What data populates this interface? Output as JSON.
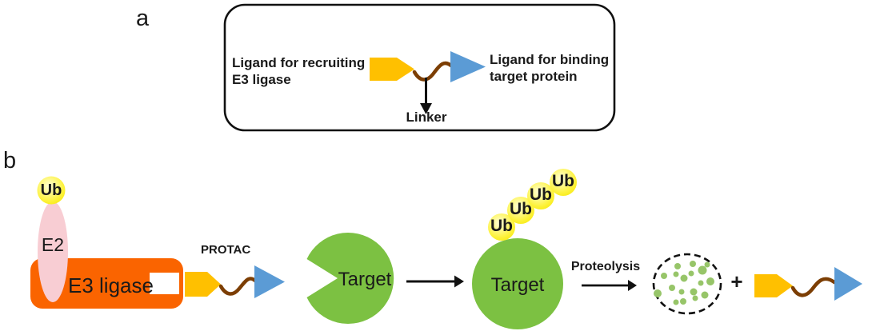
{
  "colors": {
    "gold": "#FFC000",
    "blue": "#5B9BD5",
    "brown": "#7C3E04",
    "orange": "#FA6400",
    "pink": "#F8CDD3",
    "green": "#7CC142",
    "dot_green": "#97C569",
    "ub_center": "#FFFFDA",
    "ub_edge": "#F6E90B",
    "ink": "#1A1A1A"
  },
  "panel_a": {
    "label": "a",
    "recruit_ligand_text": "Ligand for recruiting\nE3 ligase",
    "binding_ligand_text": "Ligand for binding\ntarget protein",
    "linker_label": "Linker"
  },
  "panel_b": {
    "label": "b",
    "ub_label": "Ub",
    "e2_label": "E2",
    "e3_ligase_label": "E3 ligase",
    "protac_label": "PROTAC",
    "target_label": "Target",
    "ternary_target_label": "Target",
    "polyub_labels": [
      "Ub",
      "Ub",
      "Ub",
      "Ub"
    ],
    "proteolysis_label": "Proteolysis",
    "plus_sign": "+"
  }
}
